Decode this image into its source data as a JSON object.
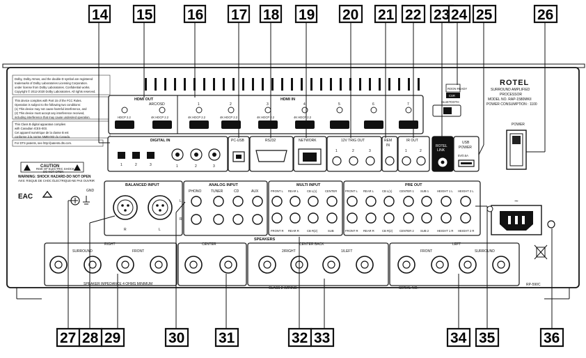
{
  "callouts": {
    "c14": "14",
    "c15": "15",
    "c16": "16",
    "c17": "17",
    "c18": "18",
    "c19": "19",
    "c20": "20",
    "c21": "21",
    "c22": "22",
    "c23": "23",
    "c24": "24",
    "c25": "25",
    "c26": "26",
    "c27": "27",
    "c28": "28",
    "c29": "29",
    "c30": "30",
    "c31": "31",
    "c32": "32",
    "c33": "33",
    "c34": "34",
    "c35": "35",
    "c36": "36"
  },
  "brand": {
    "name": "ROTEL",
    "product_line1": "SURROUND AMPLIFIED",
    "product_line2": "PROCESSOR",
    "model": "MODEL NO. RAP-1580MKII",
    "power": "POWER CONSUMPTION : 1100"
  },
  "legal": {
    "dolby1": "Dolby, Dolby Atmos, and the double-D symbol are registered",
    "dolby2": "trademarks of Dolby Laboratories Licensing Corporation.",
    "dolby3": "under license from Dolby Laboratories. Confidential works.",
    "dolby4": "Copyright © 2012-2020 Dolby Laboratories. All rights reserved.",
    "fcc1": "This device complies with Part 15 of the FCC Rules.",
    "fcc2": "Operation is subject to the following two conditions:",
    "fcc3": "(1) This device may not cause harmful interference, and",
    "fcc4": "(2) This device must accept any interference received,",
    "fcc5": "including interference that may cause undesired operation.",
    "classb1": "This Class B digital apparatus complies",
    "classb2": "with Canadian ICES-003.",
    "classb3": "Cet appareil numérique de la classe B est",
    "classb4": "conforme à la norme NMB-003 du Canada.",
    "dts": "For DTS patents, see http://patents.dts.com.",
    "caution": "CAUTION",
    "caution_sub1": "RISK OF ELECTRIC SHOCK",
    "caution_sub2": "DO NOT OPEN",
    "warning1": "WARNING: SHOCK HAZARD-DO NOT OPEN",
    "warning2": "AVIS: RISQUE DE CHOC ÉLECTRIQUE-NE PAS OUVRIR",
    "eac": "EAC"
  },
  "hdmi": {
    "out_title": "HDMI OUT",
    "arc": "ARC/OSD",
    "out_port1": "HDCP 2.2",
    "out_port2": "4K HDCP 2.2",
    "in_title": "HDMI IN",
    "in_numbers": [
      "1",
      "2",
      "3",
      "4",
      "5",
      "6",
      "7"
    ],
    "in_spec": "4K HDCP 2.2"
  },
  "roon": {
    "label": "ROON READY"
  },
  "bluetooth": {
    "csr": "CSR",
    "label": "BLUETOOTH"
  },
  "digital_in": {
    "title": "DIGITAL IN",
    "nums": [
      "1",
      "2",
      "3"
    ]
  },
  "pc_usb": {
    "title": "PC-USB"
  },
  "rs232": {
    "title": "RS232"
  },
  "network": {
    "title": "NETWORK"
  },
  "trig": {
    "title": "12V TRIG OUT",
    "nums": [
      "1",
      "2",
      "3"
    ]
  },
  "rem_in": {
    "title": "REM",
    "title2": "IN"
  },
  "ir_out": {
    "title": "IR OUT",
    "nums": [
      "1",
      "2"
    ]
  },
  "rotel_link": {
    "line1": "ROTEL",
    "line2": "LINK"
  },
  "usb_power": {
    "line1": "USB",
    "line2": "POWER",
    "spec": "5V/0.5A"
  },
  "power_switch": {
    "label": "POWER"
  },
  "gnd": {
    "label": "GND"
  },
  "balanced": {
    "title": "BALANCED INPUT",
    "r": "R",
    "l": "L"
  },
  "analog": {
    "title": "ANALOG INPUT",
    "cols": [
      "PHONO",
      "TUNER",
      "CD",
      "AUX"
    ],
    "side_l": "L",
    "side_r": "R"
  },
  "multi": {
    "title": "MULTI INPUT",
    "top": [
      "FRONT L",
      "REAR L",
      "CB L(1)",
      "CENTER"
    ],
    "bottom": [
      "FRONT R",
      "REAR R",
      "CB R(2)",
      "SUB"
    ]
  },
  "preout": {
    "title": "PRE OUT",
    "top": [
      "FRONT L",
      "REAR L",
      "CB L(1)",
      "CENTER 1",
      "SUB 1",
      "HEIGHT 1 L",
      "HEIGHT 2 L"
    ],
    "bottom": [
      "FRONT R",
      "REAR R",
      "CB R(2)",
      "CENTER 2",
      "SUB 2",
      "HEIGHT 1 R",
      "HEIGHT 2 R"
    ]
  },
  "speakers": {
    "title": "SPEAKERS",
    "right": "RIGHT",
    "surround_r": "SURROUND",
    "front_r": "FRONT",
    "center": "CENTER",
    "centerback": "CENTER BACK",
    "cb_right": "2/RIGHT",
    "cb_left": "1/LEFT",
    "left": "LEFT",
    "front_l": "FRONT",
    "surround_l": "SURROUND",
    "impedance": "SPEAKER IMPEDANCE 4 OHMS MINIMUM",
    "class2": "CLASS 2 WIRING",
    "serial": "SERIAL NO.",
    "rp": "RP-590C"
  }
}
